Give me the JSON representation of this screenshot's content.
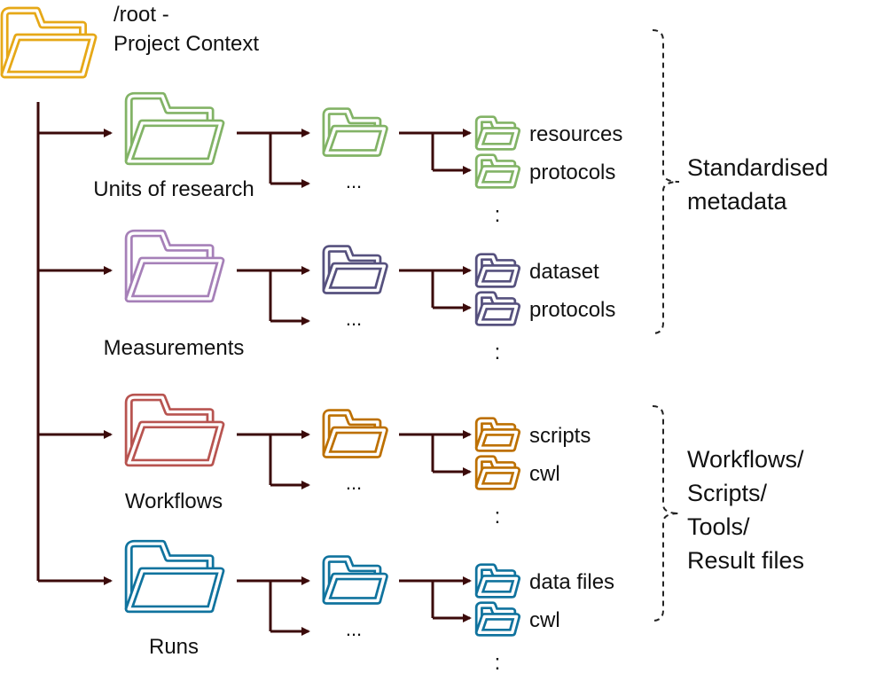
{
  "root": {
    "label_line1": "/root -",
    "label_line2": "Project Context",
    "color": "#E6A817"
  },
  "arrow_color": "#3B0A0A",
  "ellipsis_label": "...",
  "more_marker": ":",
  "categories": [
    {
      "name": "Units of research",
      "color": "#82B366",
      "subfolders": [
        "resources",
        "protocols"
      ]
    },
    {
      "name": "Measurements",
      "color": "#A680B8",
      "subfolders": [
        "dataset",
        "protocols"
      ]
    },
    {
      "name": "Workflows",
      "color": "#B85450",
      "subfolders": [
        "scripts",
        "cwl"
      ]
    },
    {
      "name": "Runs",
      "color": "#10739E",
      "subfolders": [
        "data files",
        "cwl"
      ]
    }
  ],
  "level2_colors": [
    "#82B366",
    "#56517E",
    "#BD7000",
    "#10739E"
  ],
  "groups": [
    {
      "label_lines": [
        "Standardised",
        "metadata"
      ]
    },
    {
      "label_lines": [
        "Workflows/",
        "Scripts/",
        "Tools/",
        "Result files"
      ]
    }
  ]
}
